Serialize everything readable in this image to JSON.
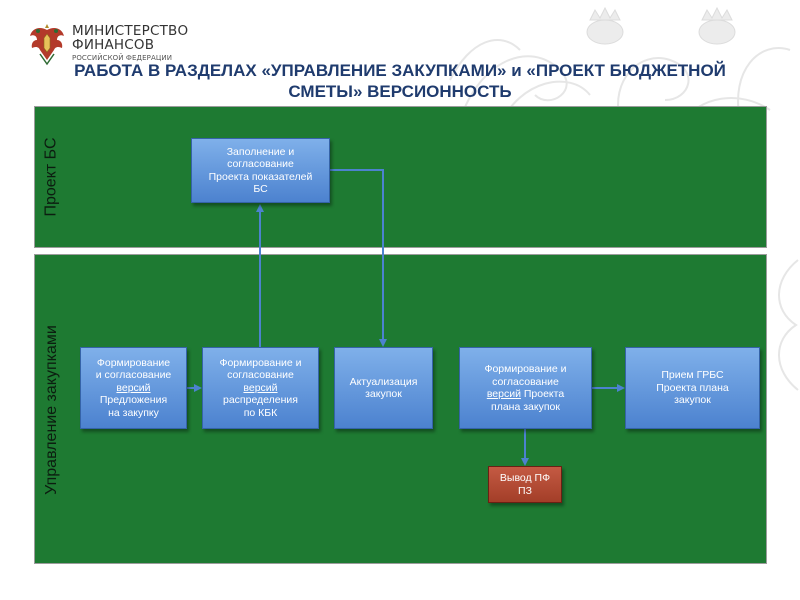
{
  "logo": {
    "line1": "МИНИСТЕРСТВО",
    "line2": "ФИНАНСОВ",
    "line3": "РОССИЙСКОЙ ФЕДЕРАЦИИ"
  },
  "title": {
    "line1": "РАБОТА В РАЗДЕЛАХ «УПРАВЛЕНИЕ ЗАКУПКАМИ» и «ПРОЕКТ БЮДЖЕТНОЙ",
    "line2": "СМЕТЫ» ВЕРСИОННОСТЬ"
  },
  "lanes": {
    "project_bs": "Проект БС",
    "procurement": "Управление закупками"
  },
  "boxes": {
    "fill_bs": {
      "l1": "Заполнение и",
      "l2": "согласование",
      "l3": "Проекта показателей",
      "l4": "БС"
    },
    "form_proposals": {
      "l1": "Формирование",
      "l2": "и согласование",
      "u": "версий",
      "l4": "Предложения",
      "l5": "на закупку"
    },
    "form_distribution": {
      "l1": "Формирование и",
      "l2": "согласование",
      "u": "версий",
      "l4": "распределения",
      "l5": "по КБК"
    },
    "actualization": {
      "l1": "Актуализация",
      "l2": "закупок"
    },
    "form_plan": {
      "l1": "Формирование и",
      "l2": "согласование",
      "u": "версий",
      "l3_rest": " Проекта",
      "l4": "плана закупок"
    },
    "accept_grbs": {
      "l1": "Прием ГРБС",
      "l2": "Проекта плана",
      "l3": "закупок"
    },
    "output_pf": {
      "l1": "Вывод ПФ",
      "l2": "ПЗ"
    }
  },
  "colors": {
    "lane_green": "#1e7a32",
    "box_blue": "#5b8fd8",
    "box_red": "#b34a32",
    "title_navy": "#1f3b6e",
    "arrow": "#4c82cf"
  },
  "icons": {
    "logo": "double-headed-eagle-emblem",
    "background": "heraldic-ornament-watermark"
  }
}
